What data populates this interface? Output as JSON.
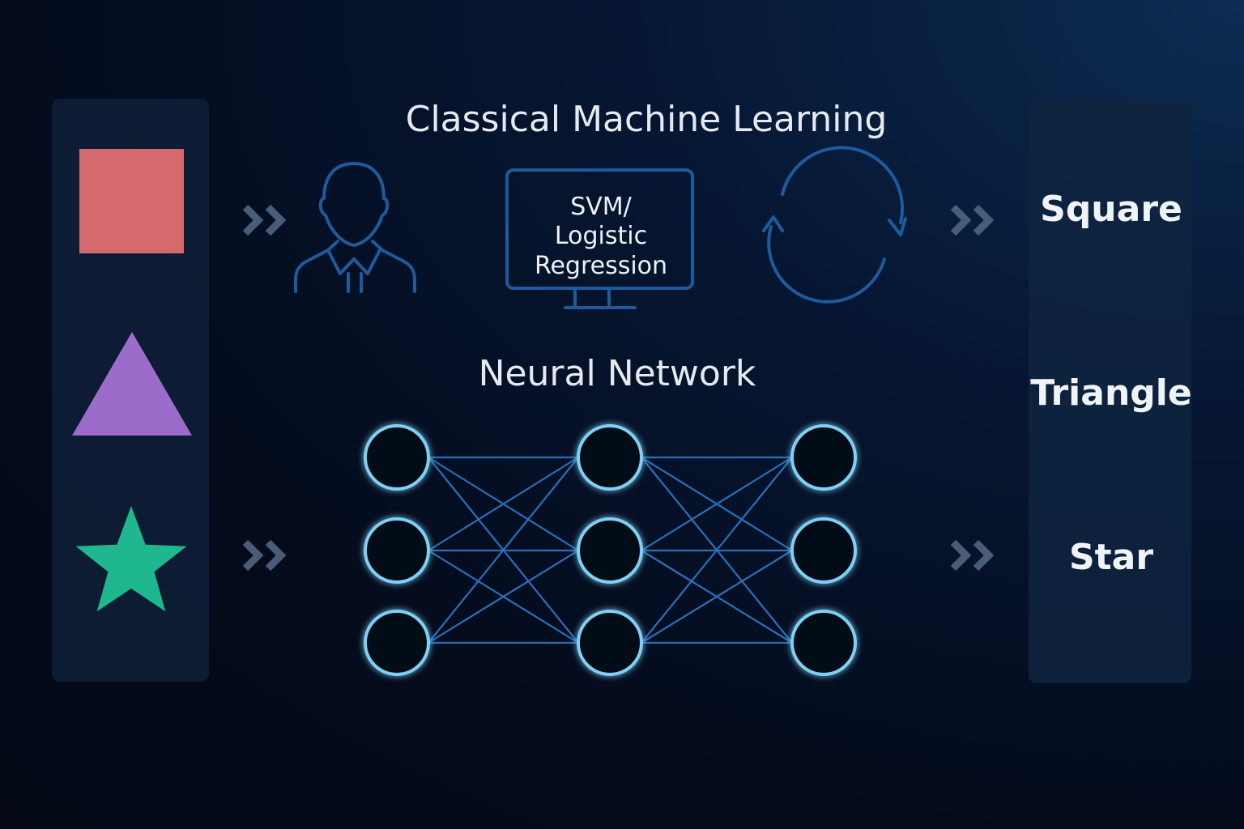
{
  "titles": {
    "classical": "Classical Machine Learning",
    "neural": "Neural Network"
  },
  "monitor_text": [
    "SVM/",
    "Logistic",
    "Regression"
  ],
  "outputs": [
    "Square",
    "Triangle",
    "Star"
  ],
  "inputs": [
    {
      "shape": "square",
      "color": "#d46a6e"
    },
    {
      "shape": "triangle",
      "color": "#9b6cc9"
    },
    {
      "shape": "star",
      "color": "#1fb88e"
    }
  ],
  "network": {
    "layers": [
      3,
      3,
      3
    ],
    "node_color": "#7fd0f5",
    "edge_color": "#2a6fb8"
  },
  "colors": {
    "panel": "#0f2038",
    "icon": "#1e5a9c",
    "chevron": "#4a5d78"
  }
}
